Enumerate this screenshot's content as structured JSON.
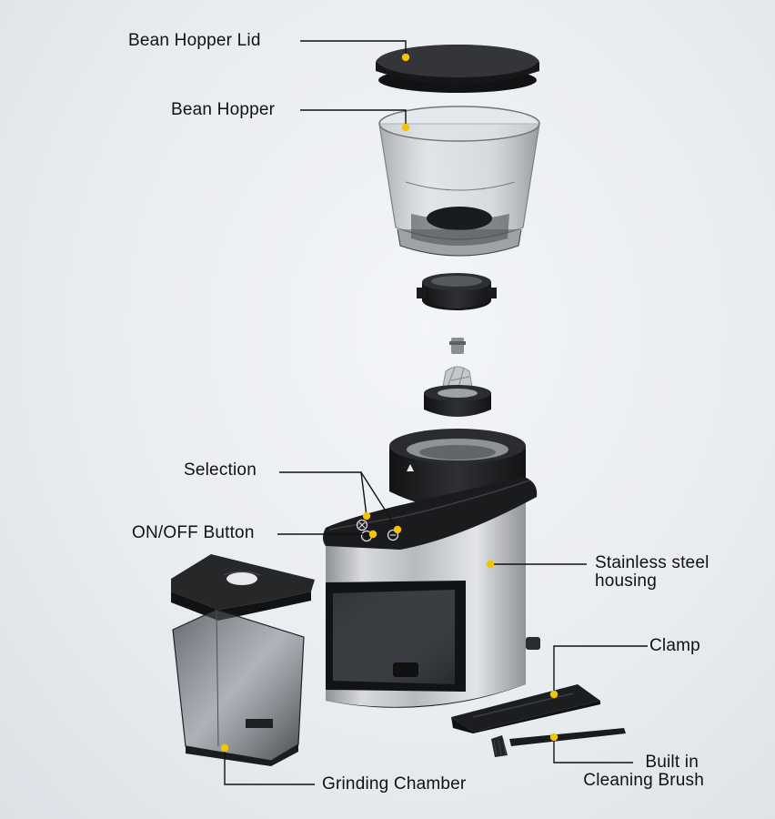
{
  "labels": {
    "bean_hopper_lid": "Bean Hopper Lid",
    "bean_hopper": "Bean Hopper",
    "selection": "Selection",
    "on_off_button": "ON/OFF Button",
    "stainless_steel_housing": [
      "Stainless steel",
      "housing"
    ],
    "clamp": "Clamp",
    "cleaning_brush": [
      "Built in",
      "Cleaning Brush"
    ],
    "grinding_chamber": "Grinding Chamber"
  },
  "colors": {
    "marker": "#f5c400",
    "leader_line": "#111111",
    "plastic_black": "#1c1d1f",
    "steel": "#b9bcc0"
  }
}
